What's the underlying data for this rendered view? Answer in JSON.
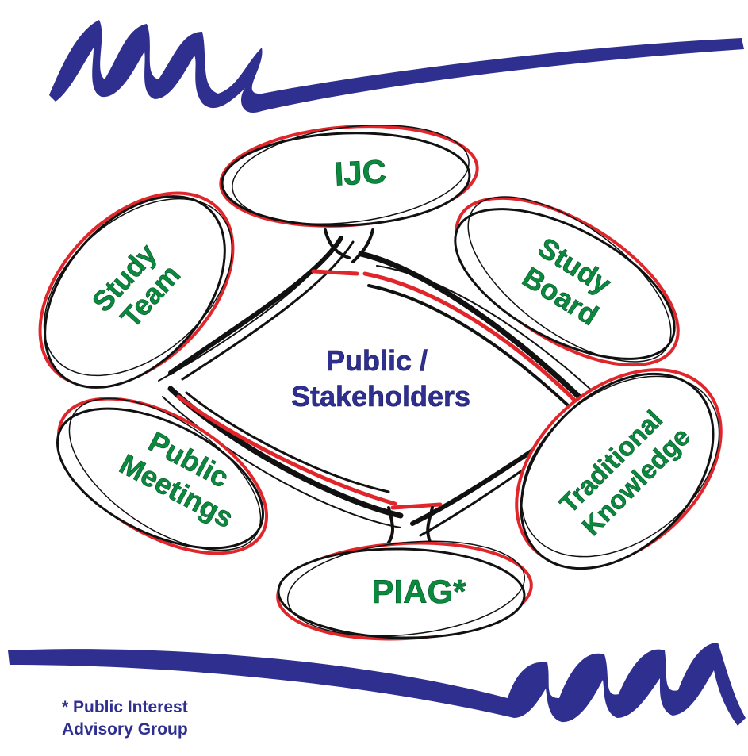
{
  "diagram": {
    "center_label_lines": [
      "Public /",
      "Stakeholders"
    ],
    "nodes": {
      "ijc": {
        "lines": [
          "IJC"
        ]
      },
      "study_board": {
        "lines": [
          "Study",
          "Board"
        ]
      },
      "traditional_knowledge": {
        "lines": [
          "Traditional",
          "Knowledge"
        ]
      },
      "piag": {
        "lines": [
          "PIAG*"
        ]
      },
      "public_meetings": {
        "lines": [
          "Public",
          "Meetings"
        ]
      },
      "study_team": {
        "lines": [
          "Study",
          "Team"
        ]
      }
    },
    "footnote_lines": [
      "* Public Interest",
      "Advisory Group"
    ]
  },
  "colors": {
    "node_text": "#0a8a3c",
    "center_text": "#2e2f8f",
    "swoosh": "#2e2f8f",
    "outline_red": "#e0262b",
    "outline_black": "#111111"
  }
}
